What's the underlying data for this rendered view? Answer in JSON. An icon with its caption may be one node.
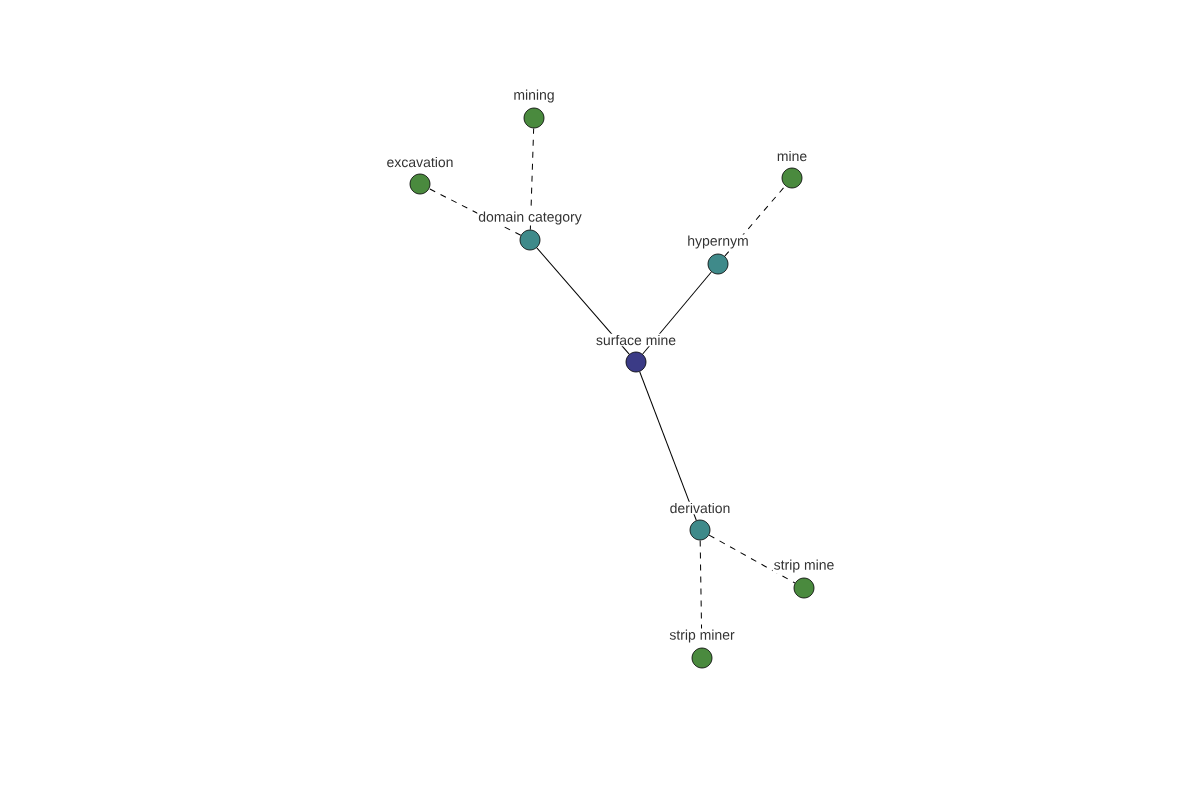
{
  "diagram": {
    "nodes": [
      {
        "text": [
          "surface mine"
        ]
      },
      {
        "text": [
          "domain category"
        ]
      },
      {
        "text": [
          "hypernym"
        ]
      },
      {
        "text": [
          "derivation"
        ]
      },
      {
        "text": [
          "mining"
        ]
      },
      {
        "text": [
          "excavation"
        ]
      },
      {
        "text": [
          "mine"
        ]
      },
      {
        "text": [
          "strip mine"
        ]
      },
      {
        "text": [
          "strip miner"
        ]
      }
    ],
    "edges": [
      {
        "from": 0,
        "to": 1,
        "arrow": "none"
      },
      {
        "from": 0,
        "to": 2,
        "arrow": "none"
      },
      {
        "from": 0,
        "to": 3,
        "arrow": "none"
      },
      {
        "from": 1,
        "to": 4,
        "arrow": "none",
        "style": "dashed"
      },
      {
        "from": 1,
        "to": 5,
        "arrow": "none",
        "style": "dashed"
      },
      {
        "from": 2,
        "to": 6,
        "arrow": "none",
        "style": "dashed"
      },
      {
        "from": 3,
        "to": 7,
        "arrow": "none",
        "style": "dashed"
      },
      {
        "from": 3,
        "to": 8,
        "arrow": "none",
        "style": "dashed"
      }
    ]
  }
}
